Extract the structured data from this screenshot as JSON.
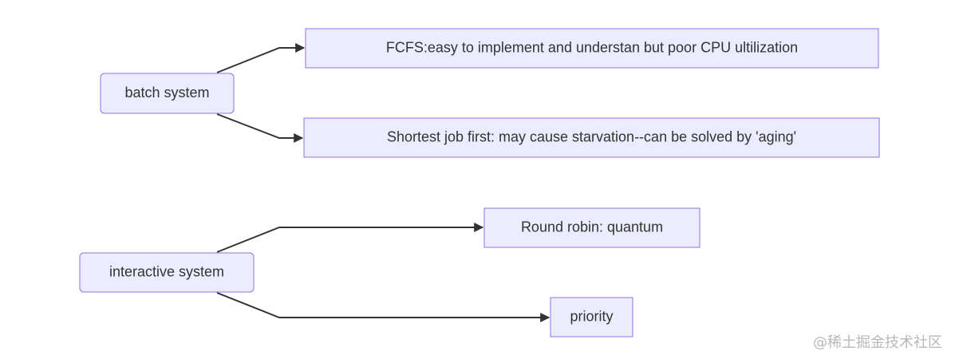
{
  "diagram": {
    "type": "flowchart",
    "direction": "left-to-right",
    "colors": {
      "node_fill": "#ECECFF",
      "node_stroke": "#9370DB",
      "edge": "#333333",
      "text": "#333333"
    },
    "nodes": {
      "batch": {
        "label": "batch system"
      },
      "fcfs": {
        "label": "FCFS:easy to implement and understan but poor CPU ultilization"
      },
      "sjf": {
        "label": "Shortest job first: may cause starvation--can be solved by 'aging'"
      },
      "interactive": {
        "label": "interactive system"
      },
      "round_robin": {
        "label": "Round robin: quantum"
      },
      "priority": {
        "label": "priority"
      }
    },
    "edges": [
      {
        "from": "batch",
        "to": "fcfs"
      },
      {
        "from": "batch",
        "to": "sjf"
      },
      {
        "from": "interactive",
        "to": "round_robin"
      },
      {
        "from": "interactive",
        "to": "priority"
      }
    ]
  },
  "watermark": "@稀土掘金技术社区"
}
